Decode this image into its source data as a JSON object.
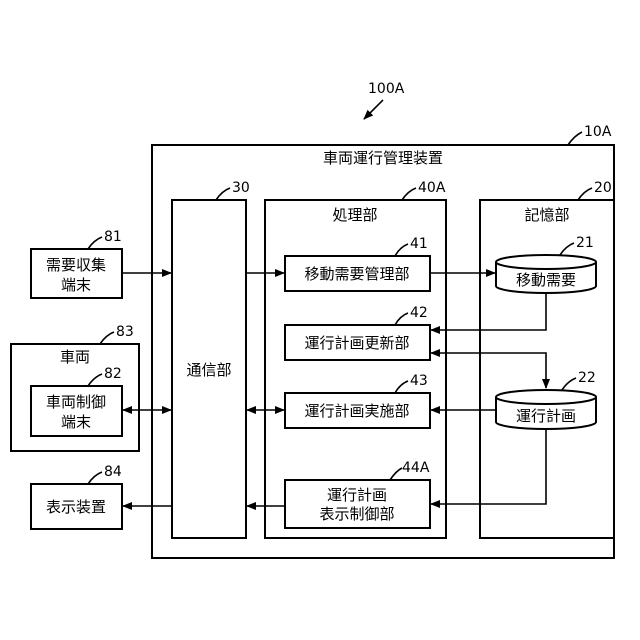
{
  "figure_ref": "100A",
  "device": {
    "ref": "10A",
    "title": "車両運行管理装置"
  },
  "comm": {
    "ref": "30",
    "label": "通信部"
  },
  "processing": {
    "ref": "40A",
    "label": "処理部",
    "blocks": [
      {
        "ref": "41",
        "label": "移動需要管理部"
      },
      {
        "ref": "42",
        "label": "運行計画更新部"
      },
      {
        "ref": "43",
        "label": "運行計画実施部"
      },
      {
        "ref": "44A",
        "label_line1": "運行計画",
        "label_line2": "表示制御部"
      }
    ]
  },
  "storage": {
    "ref": "20",
    "label": "記憶部",
    "items": [
      {
        "ref": "21",
        "label": "移動需要"
      },
      {
        "ref": "22",
        "label": "運行計画"
      }
    ]
  },
  "demand_terminal": {
    "ref": "81",
    "line1": "需要収集",
    "line2": "端末"
  },
  "vehicle": {
    "ref": "83",
    "label": "車両"
  },
  "vehicle_terminal": {
    "ref": "82",
    "line1": "車両制御",
    "line2": "端末"
  },
  "display": {
    "ref": "84",
    "label": "表示装置"
  }
}
